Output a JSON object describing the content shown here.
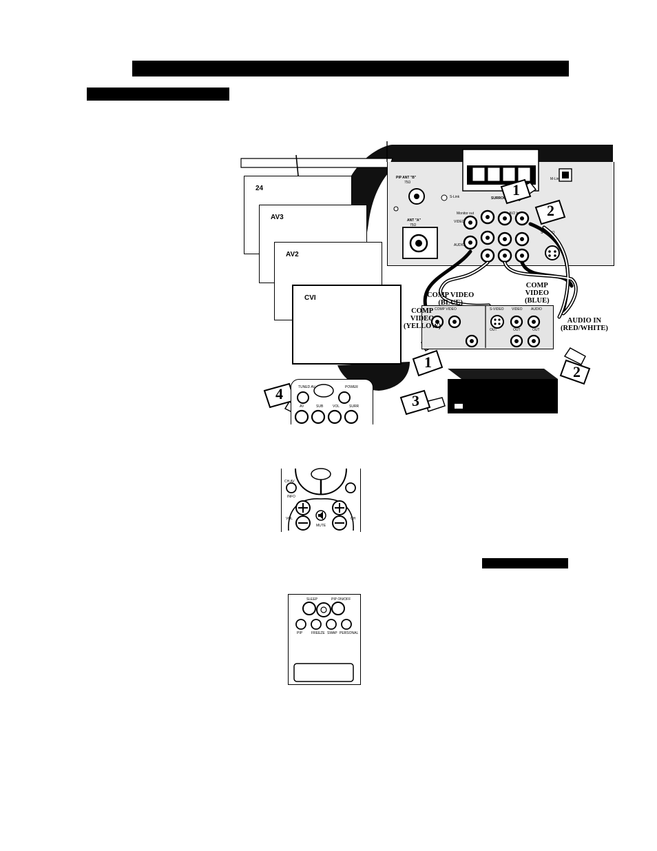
{
  "screens": [
    {
      "label": "24"
    },
    {
      "label": "AV3"
    },
    {
      "label": "AV2"
    },
    {
      "label": "CVI"
    }
  ],
  "callouts": {
    "one": "1",
    "two": "2",
    "three": "3",
    "four": "4"
  },
  "tv_panel": {
    "pip_ant": "PIP ANT \"B\"",
    "pip_ohm": "75Ω",
    "ant_a": "ANT \"A\"",
    "ant_a_ohm": "75Ω",
    "s_link": "S-Link",
    "monitor_out": "Monitor out",
    "av2_in": "AV2 In",
    "video": "VIDEO",
    "audio": "AUDIO",
    "surround": "SURROUND SP",
    "m_link": "M-Link",
    "s_video": "S-VIDEO",
    "plus_r": "+  R"
  },
  "cable_labels": {
    "comp_video_blue_left": [
      "COMP VIDEO",
      "(BLUE)"
    ],
    "comp_video_blue_right": [
      "COMP",
      "VIDEO",
      "(BLUE)"
    ],
    "comp_video_yellow": [
      "COMP",
      "VIDEO",
      "(YELLOW)"
    ],
    "audio_in": [
      "AUDIO IN",
      "(RED/WHITE)"
    ]
  },
  "device_panel": {
    "comp_video": "COMP VIDEO",
    "s_video": "S-VIDEO",
    "video": "VIDEO",
    "audio": "AUDIO",
    "out1": "OUT",
    "out2": "OUT",
    "out3": "OUT"
  },
  "remote1": {
    "tuned_av": "TUNED AV",
    "power": "POWER",
    "av": "AV",
    "sub": "SUB",
    "vol": "VOL",
    "surr": "SURR"
  },
  "remote2": {
    "vol": "VOL",
    "ch": "CH",
    "mute": "MUTE",
    "ch_av": "CH AV",
    "info": "INFO"
  },
  "remote3": {
    "sleep": "SLEEP",
    "pip": "PIP ON/OFF",
    "b1": "PIP",
    "b2": "FREEZE",
    "b3": "SWAP",
    "b4": "PERSONAL"
  }
}
